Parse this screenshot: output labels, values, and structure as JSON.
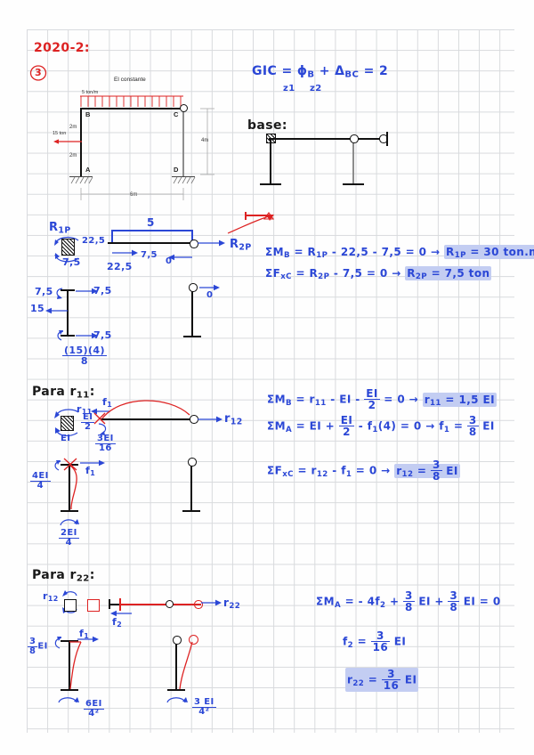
{
  "page": {
    "date_label": "2020-2:",
    "problem_number": "3"
  },
  "figure": {
    "caption": "El constante",
    "load_label": "5 ton/m",
    "point_load_label": "15 ton",
    "nodes": [
      "B",
      "C",
      "A",
      "D"
    ],
    "dim_left_upper": "2m",
    "dim_left_lower": "2m",
    "dim_right": "4m",
    "dim_bottom": "6m"
  },
  "gic": {
    "equation": "GIC = ϕ",
    "sub_b": "B",
    "plus": " + Δ",
    "sub_bc": "BC",
    "result": " = 2",
    "z1": "z1",
    "z2": "z2"
  },
  "base": {
    "title": "base:"
  },
  "load_case_p": {
    "r1p_label": "R",
    "r1p_sub": "1P",
    "r2p_label": "R",
    "r2p_sub": "2P",
    "moment_22_5": "22,5",
    "shear_7_5_left": "7,5",
    "beam_udl": "5",
    "value_22_5_bottom": "22,5",
    "value_7_5_arrow": "7,5",
    "value_zero": "0",
    "col_7_5_top_left": "7,5",
    "col_7_5_top_right": "7,5",
    "col_15": "15",
    "col_7_5_bottom": "7,5",
    "col_fraction_num": "(15)(4)",
    "col_fraction_den": "8",
    "right_col_zero": "0",
    "eq1": "ΣM",
    "eq1_sub": "B",
    "eq1_body": " = R",
    "eq1_sub2": "1P",
    "eq1_rest": " - 22,5 - 7,5 = 0 → ",
    "eq1_result_a": "R",
    "eq1_result_sub": "1P",
    "eq1_result_b": " = 30 ton.m",
    "eq2": "ΣF",
    "eq2_sub": "xC",
    "eq2_body": " = R",
    "eq2_sub2": "2P",
    "eq2_rest": " - 7,5 = 0 → ",
    "eq2_result_a": "R",
    "eq2_result_sub": "2P",
    "eq2_result_b": " = 7,5 ton"
  },
  "case_r11": {
    "title_a": "Para  r",
    "title_sub": "11",
    "title_b": ":",
    "r11_label": "r",
    "r11_sub": "11",
    "ei_half_num": "EI",
    "ei_half_den": "2",
    "ei_label": "EI",
    "f1_label": "f",
    "f1_sub": "1",
    "r12_label": "r",
    "r12_sub": "12",
    "frac_3ei_num": "3EI",
    "frac_3ei_den": "16",
    "col_f1_label": "f",
    "col_f1_sub": "1",
    "frac_4ei_num": "4EI",
    "frac_4ei_den": "4",
    "frac_2ei_num": "2EI",
    "frac_2ei_den": "4",
    "eq1_a": "ΣM",
    "eq1_sub": "B",
    "eq1_b": " = r",
    "eq1_sub2": "11",
    "eq1_c": " - EI - ",
    "eq1_frac_num": "EI",
    "eq1_frac_den": "2",
    "eq1_d": " = 0 → ",
    "eq1_res_a": "r",
    "eq1_res_sub": "11",
    "eq1_res_b": " = 1,5 EI",
    "eq2_a": "ΣM",
    "eq2_sub": "A",
    "eq2_b": " = EI + ",
    "eq2_frac_num": "EI",
    "eq2_frac_den": "2",
    "eq2_c": " - f",
    "eq2_sub2": "1",
    "eq2_d": "(4) = 0 → f",
    "eq2_sub3": "1",
    "eq2_e": " = ",
    "eq2_res_num": "3",
    "eq2_res_den": "8",
    "eq2_f": " EI",
    "eq3_a": "ΣF",
    "eq3_sub": "xC",
    "eq3_b": " = r",
    "eq3_sub2": "12",
    "eq3_c": " - f",
    "eq3_sub3": "1",
    "eq3_d": " = 0 → ",
    "eq3_res_a": "r",
    "eq3_res_sub": "12",
    "eq3_res_b": " = ",
    "eq3_res_num": "3",
    "eq3_res_den": "8",
    "eq3_res_c": " EI"
  },
  "case_r22": {
    "title_a": "Para  r",
    "title_sub": "22",
    "title_b": ":",
    "r12_label": "r",
    "r12_sub": "12",
    "f2_label": "f",
    "f2_sub": "2",
    "r22_label": "r",
    "r22_sub": "22",
    "frac_38ei_num": "3",
    "frac_38ei_den": "8",
    "frac_38ei_tail": "EI",
    "col_f1_label": "f",
    "col_f1_sub": "1",
    "frac_6ei_num": "6EI",
    "frac_6ei_den": "4²",
    "frac_3ei_num": "3 EI",
    "frac_3ei_den": "4²",
    "eq1_a": "ΣM",
    "eq1_sub": "A",
    "eq1_b": " = - 4f",
    "eq1_sub2": "2",
    "eq1_c": " + ",
    "eq1_f1_num": "3",
    "eq1_f1_den": "8",
    "eq1_d": " EI + ",
    "eq1_f2_num": "3",
    "eq1_f2_den": "8",
    "eq1_e": " EI = 0",
    "eq2_a": "f",
    "eq2_sub": "2",
    "eq2_b": " = ",
    "eq2_num": "3",
    "eq2_den": "16",
    "eq2_c": " EI",
    "eq3_a": "r",
    "eq3_sub": "22",
    "eq3_b": " = ",
    "eq3_num": "3",
    "eq3_den": "16",
    "eq3_c": " EI"
  },
  "colors": {
    "blue_ink": "#2b47d6",
    "red_ink": "#dd2222",
    "black_ink": "#1a1a1a",
    "grid": "#d8dadd",
    "highlight": "#c3cdf2"
  }
}
